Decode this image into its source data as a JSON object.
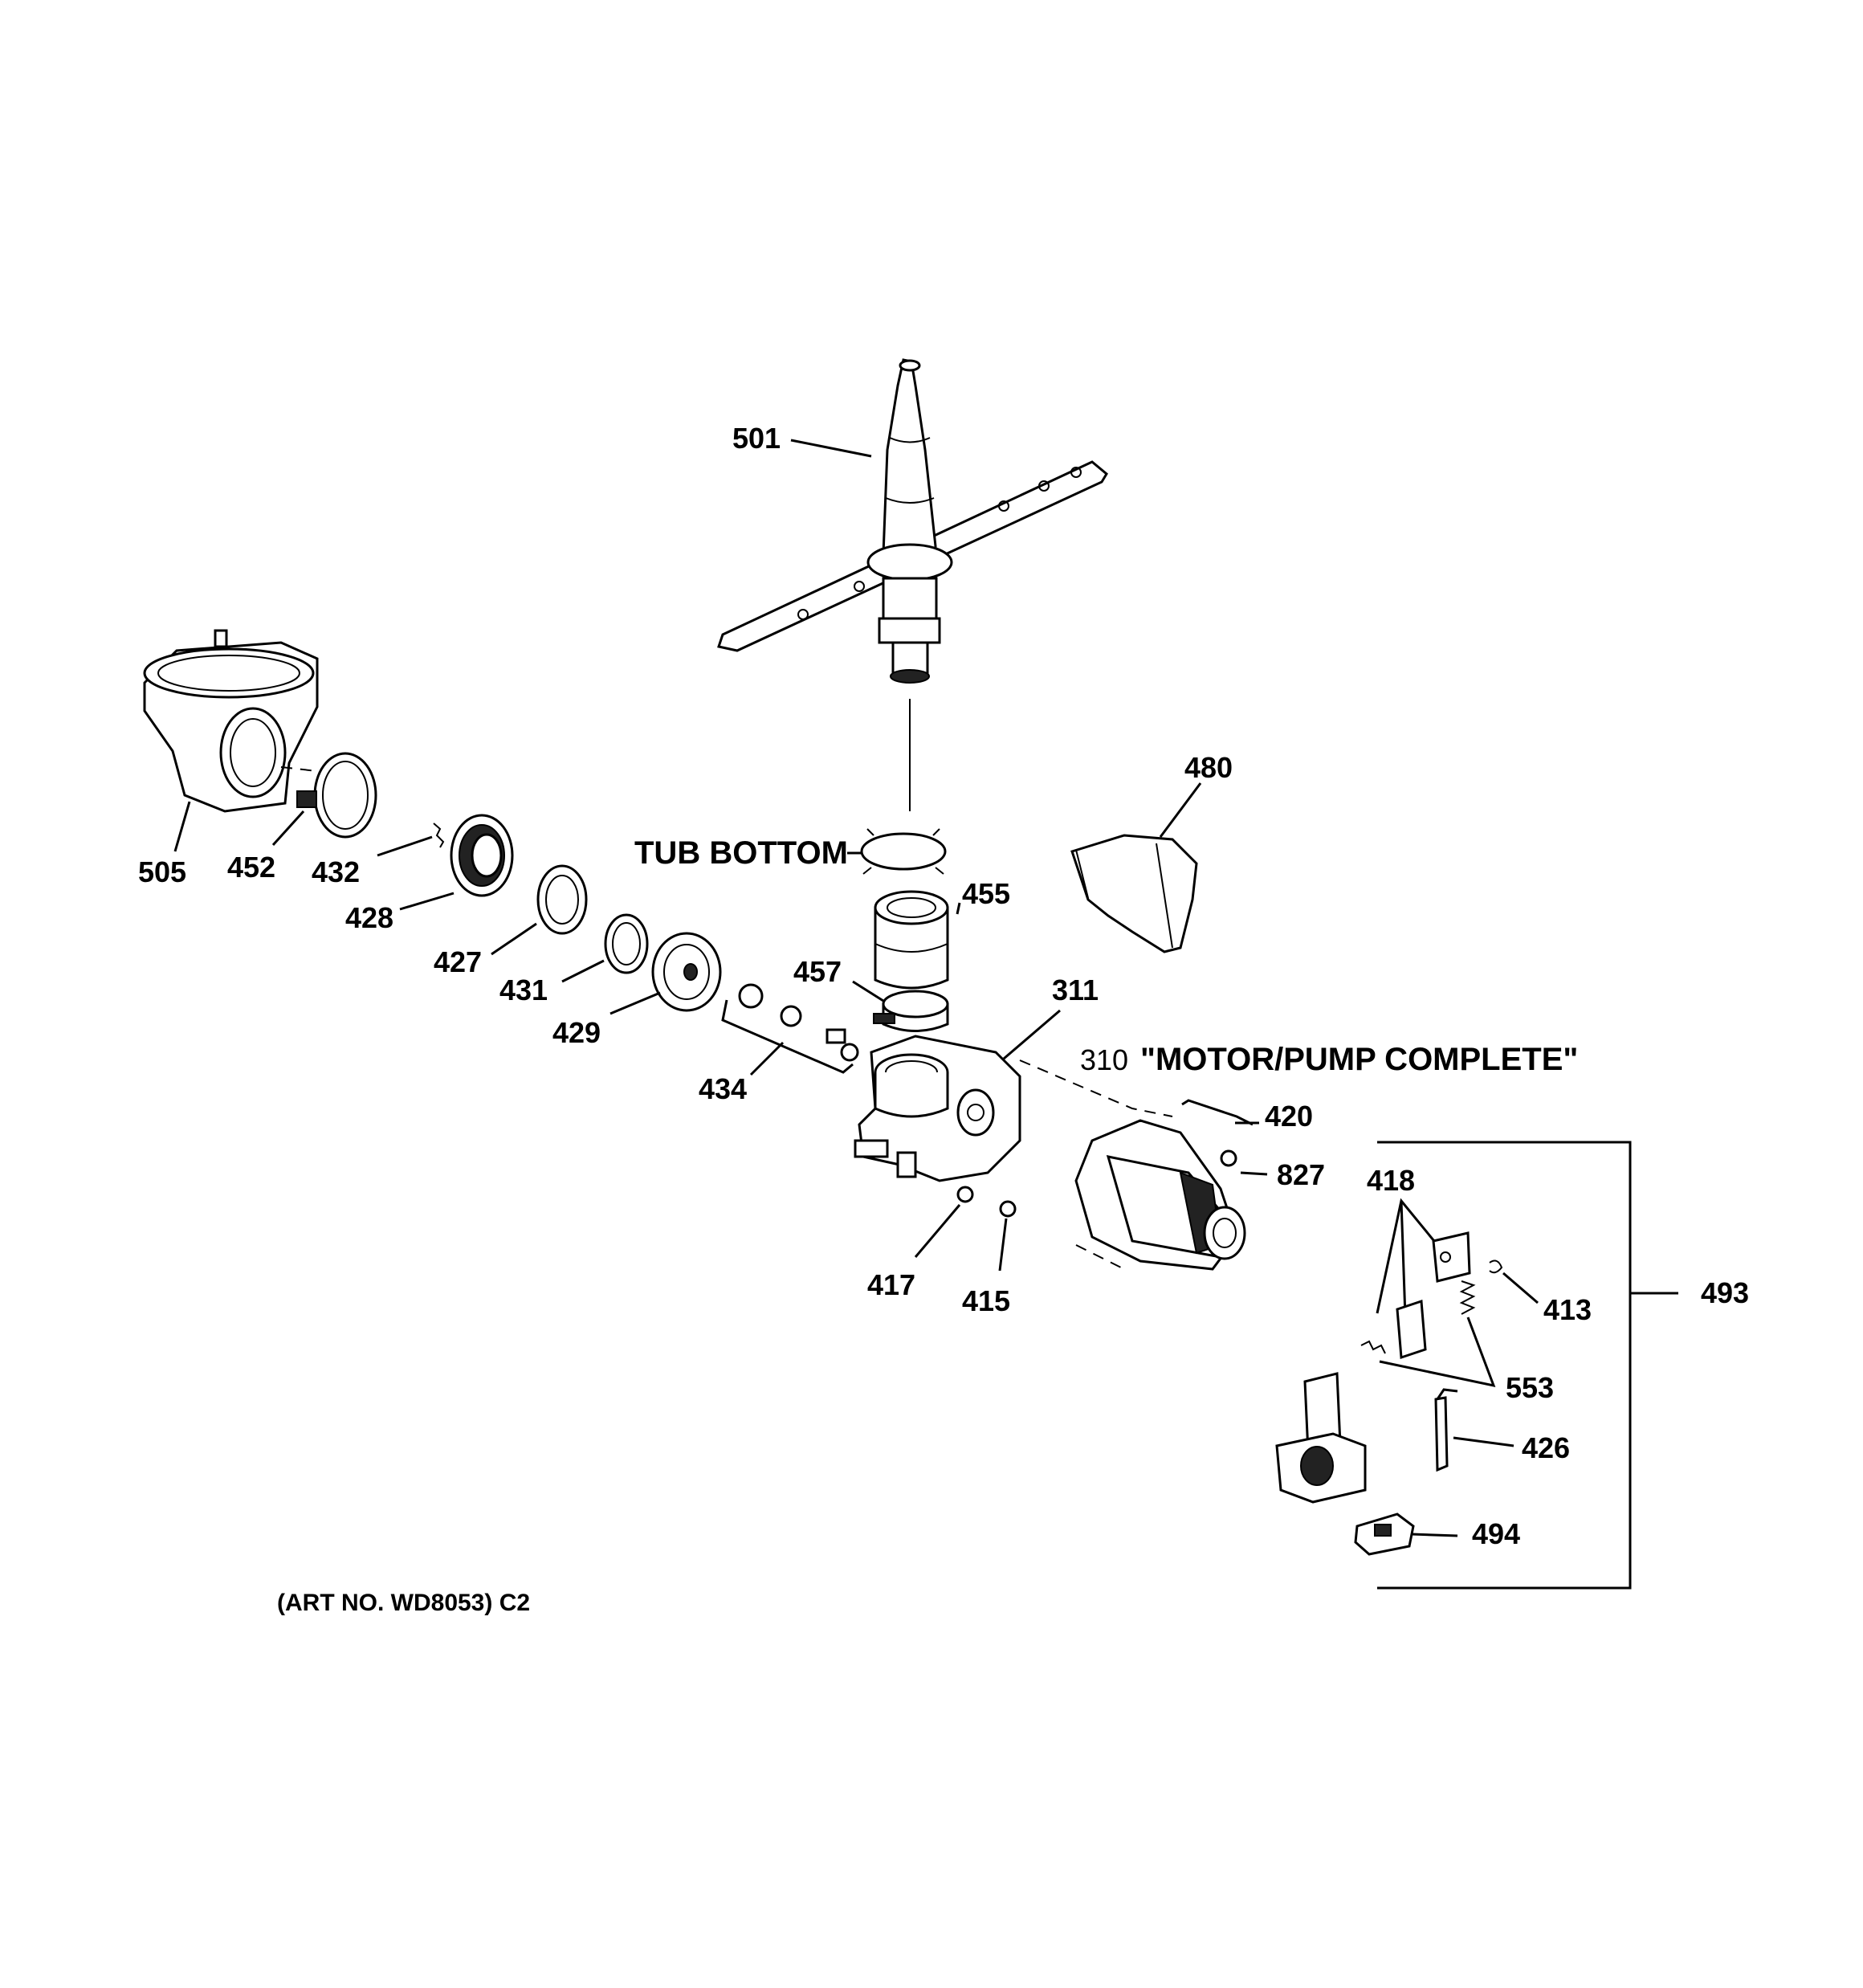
{
  "diagram": {
    "callouts": {
      "c501": "501",
      "c505": "505",
      "c452": "452",
      "c432": "432",
      "c428": "428",
      "c427": "427",
      "c431": "431",
      "c429": "429",
      "c434": "434",
      "c480": "480",
      "c455": "455",
      "c457": "457",
      "c311": "311",
      "c310": "310",
      "c420": "420",
      "c827": "827",
      "c417": "417",
      "c415": "415",
      "c418": "418",
      "c413": "413",
      "c553": "553",
      "c426": "426",
      "c494": "494",
      "c493": "493"
    },
    "tub_bottom": "TUB BOTTOM",
    "motor_pump_label": "\"MOTOR/PUMP COMPLETE\"",
    "art_no": "(ART NO. WD8053) C2"
  }
}
